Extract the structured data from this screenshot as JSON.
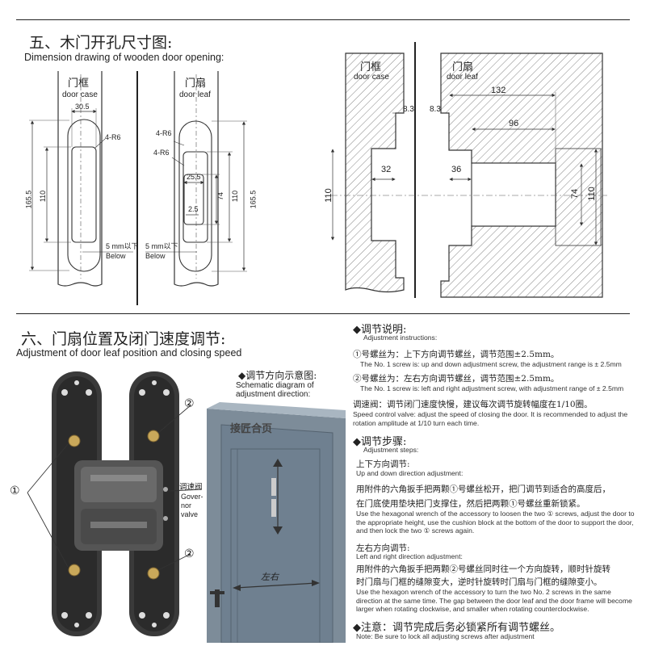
{
  "section5": {
    "title_cn": "五、木门开孔尺寸图:",
    "title_en": "Dimension drawing of wooden door opening:",
    "front": {
      "case_cn": "门框",
      "case_en": "door case",
      "leaf_cn": "门扇",
      "leaf_en": "door leaf",
      "d_30_5": "30.5",
      "r6_a": "4-R6",
      "r6_b": "4-R6",
      "r6_c": "4-R6",
      "d_165_5": "165.5",
      "d_110": "110",
      "d_25_5": "25.5",
      "d_2_5": "2.5",
      "d_74": "74",
      "d_110b": "110",
      "d_165_5b": "165.5",
      "below_a": "5 mm以下",
      "below_en_a": "Below",
      "below_b": "5 mm以下",
      "below_en_b": "Below"
    },
    "section": {
      "case_cn": "门框",
      "case_en": "door case",
      "leaf_cn": "门扇",
      "leaf_en": "door leaf",
      "d_8_3a": "8.3",
      "d_8_3b": "8.3",
      "d_132": "132",
      "d_96": "96",
      "d_32": "32",
      "d_36": "36",
      "d_110": "110",
      "d_74": "74",
      "d_110b": "110"
    }
  },
  "section6": {
    "title_cn": "六、门扇位置及闭门速度调节:",
    "title_en": "Adjustment of door leaf position and closing speed",
    "hinge": {
      "label1": "①",
      "label2a": "②",
      "label2b": "②",
      "gov_cn": "调速阀",
      "gov_en": "Gover-\nnor\nvalve"
    },
    "diagram": {
      "title_cn": "◆调节方向示意图:",
      "title_en": "Schematic diagram of\nadjustment direction:",
      "door_text": "接匠合页",
      "arrow_label": "左右"
    },
    "instructions": {
      "title_cn": "◆调节说明:",
      "title_en": "Adjustment instructions:",
      "i1_cn": "①号螺丝为：上下方向调节螺丝，调节范围±2.5mm。",
      "i1_en": "The No. 1 screw is: up and down adjustment screw, the adjustment range is ± 2.5mm",
      "i2_cn": "②号螺丝为：左右方向调节螺丝，调节范围±2.5mm。",
      "i2_en": "The No. 1 screw is: left and right adjustment screw, with adjustment range of ± 2.5mm",
      "i3_cn": "调速阀：调节闭门速度快慢，建议每次调节旋转幅度在1/10圈。",
      "i3_en": "Speed control valve: adjust the speed of closing the door. It is recommended to adjust the rotation amplitude at 1/10 turn each time."
    },
    "steps": {
      "title_cn": "◆调节步骤:",
      "title_en": "Adjustment steps:",
      "ud_cn": "上下方向调节:",
      "ud_en": "Up and down direction adjustment:",
      "ud1_cn": "用附件的六角扳手把两颗①号螺丝松开，把门调节到适合的高度后，",
      "ud2_cn": "在门底使用垫块把门支撑住，然后把两颗①号螺丝重新锁紧。",
      "ud_desc_en": "Use the hexagonal wrench of the accessory to loosen the two ① screws, adjust the door to the appropriate height, use the cushion block at the bottom of the door to support the door, and then lock the two ① screws again.",
      "lr_cn": "左右方向调节:",
      "lr_en": "Left and right direction adjustment:",
      "lr1_cn": "用附件的六角扳手把两颗②号螺丝同时往一个方向旋转，顺时针旋转",
      "lr2_cn": "时门扇与门框的缝隙变大，逆时针旋转时门扇与门框的缝隙变小。",
      "lr_desc_en": "Use the hexagon wrench of the accessory to turn the two No. 2 screws in the same direction at the same time. The gap between the door leaf and the door frame will become larger when rotating clockwise, and smaller when rotating counterclockwise."
    },
    "note": {
      "cn": "◆注意：调节完成后务必锁紧所有调节螺丝。",
      "en": "Note: Be sure to lock all adjusting screws after adjustment"
    }
  }
}
